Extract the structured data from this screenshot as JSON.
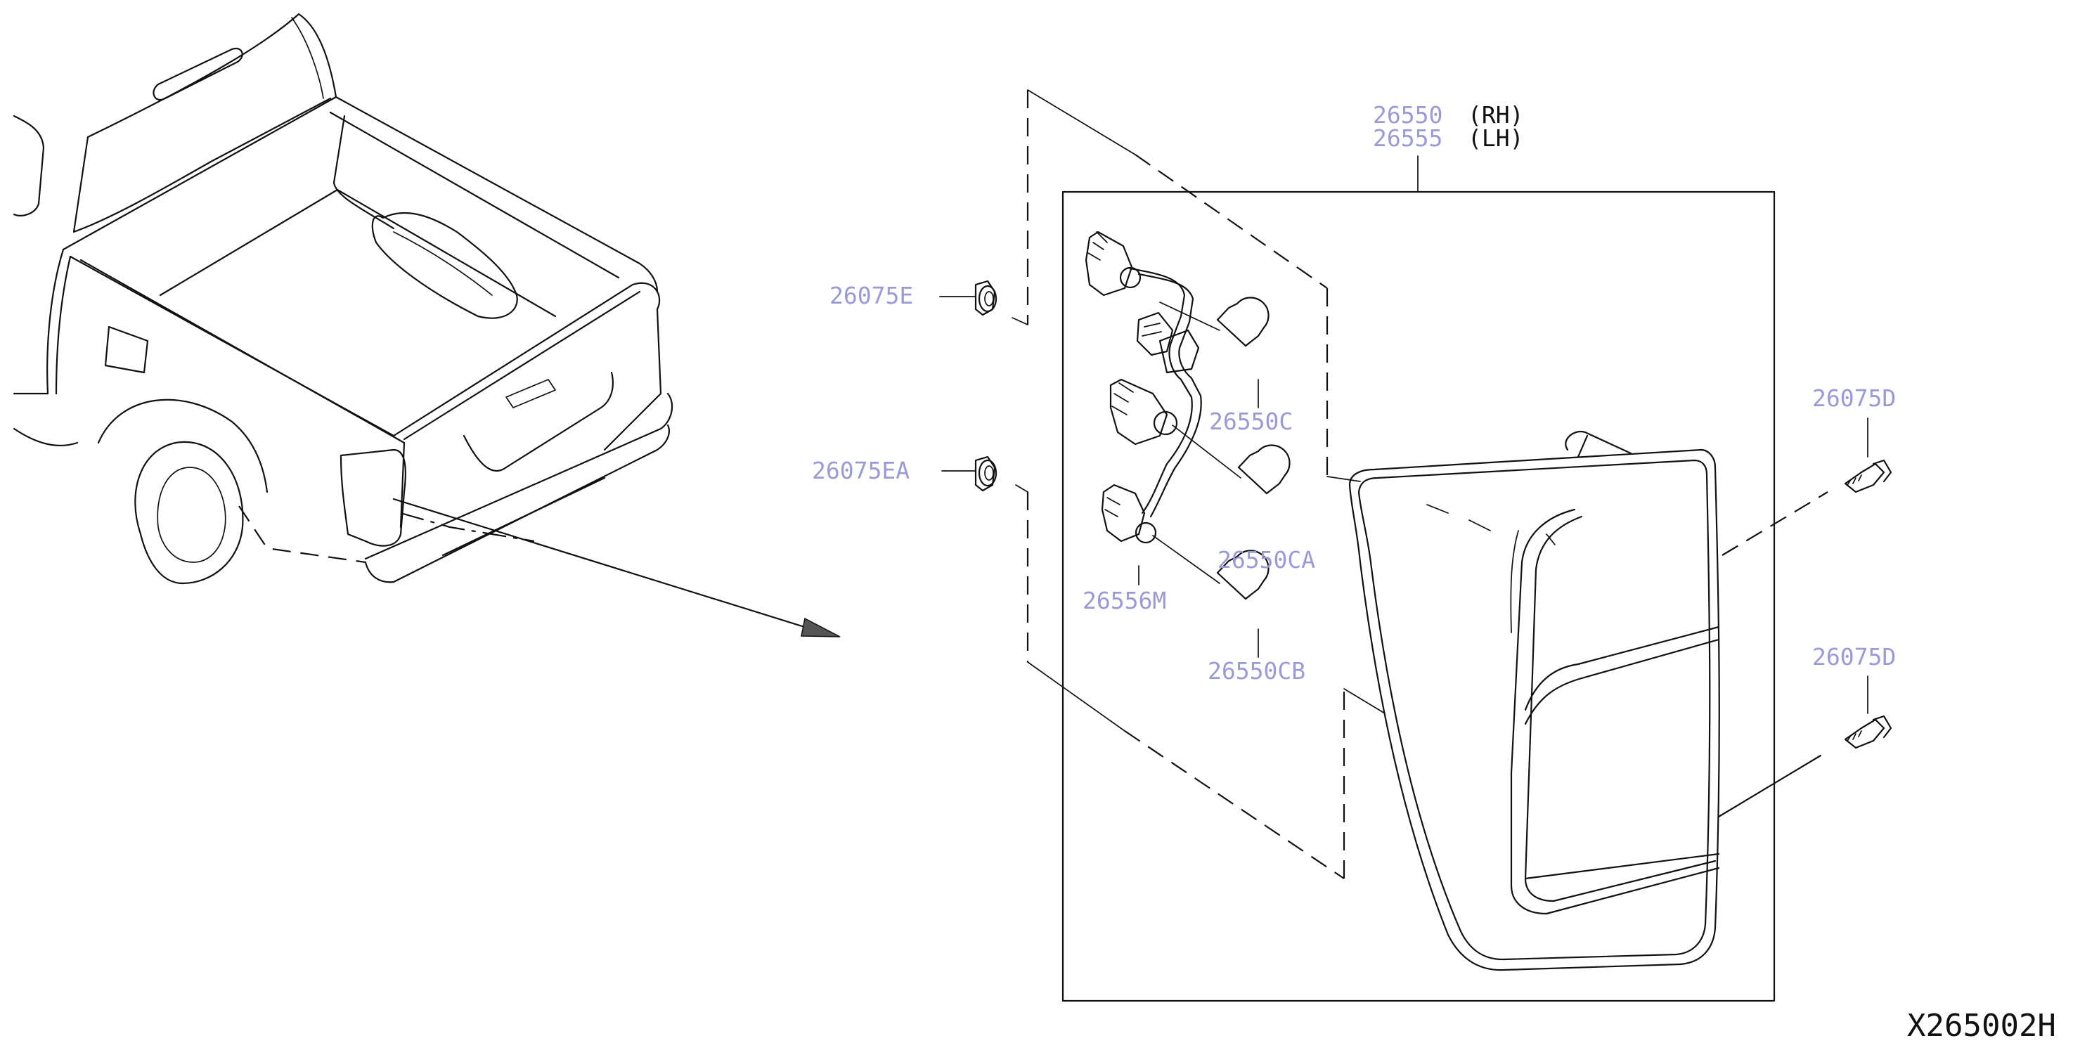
{
  "parts": {
    "rear_combination_lamp_rh": "26550",
    "rh_side": "(RH)",
    "rear_combination_lamp_lh": "26555",
    "lh_side": "(LH)",
    "clip_upper": "26075E",
    "clip_lower": "26075EA",
    "bulb_upper": "26550C",
    "bulb_middle": "26550CA",
    "bulb_lower": "26550CB",
    "harness": "26556M",
    "screw_upper": "26075D",
    "screw_lower": "26075D"
  },
  "diagram_code": "X265002H"
}
